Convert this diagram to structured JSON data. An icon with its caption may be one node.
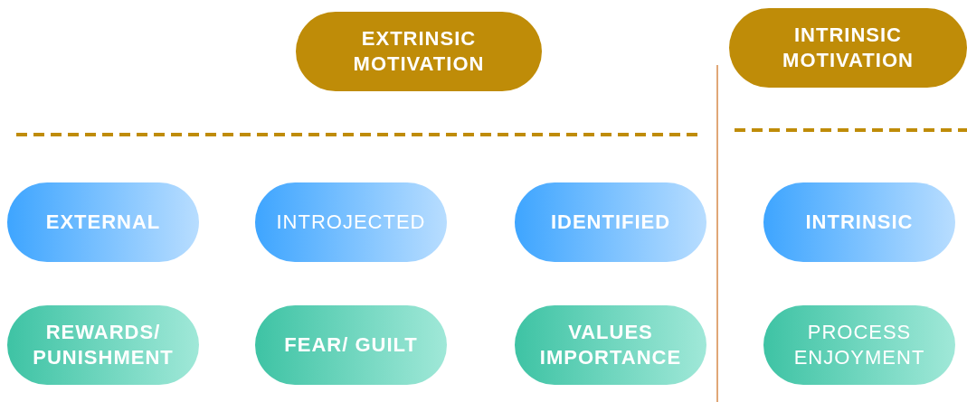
{
  "diagram": {
    "nodes": [
      {
        "text": [
          "EXTRINSIC MOTIVATION"
        ]
      },
      {
        "text": [
          "INTRINSIC MOTIVATION"
        ]
      },
      {
        "text": [
          "EXTERNAL"
        ]
      },
      {
        "text": [
          "INTROJECTED"
        ]
      },
      {
        "text": [
          "IDENTIFIED"
        ]
      },
      {
        "text": [
          "INTRINSIC"
        ]
      },
      {
        "text": [
          "REWARDS/ PUNISHMENT"
        ]
      },
      {
        "text": [
          "FEAR/ GUILT"
        ]
      },
      {
        "text": [
          "VALUES IMPORTANCE"
        ]
      },
      {
        "text": [
          "PROCESS ENJOYMENT"
        ]
      }
    ]
  }
}
